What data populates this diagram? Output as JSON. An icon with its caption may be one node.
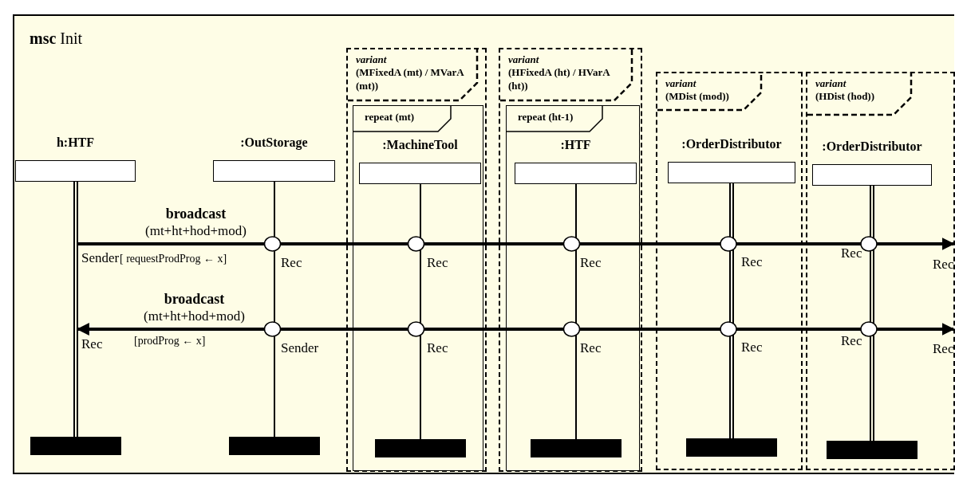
{
  "diagram": {
    "nodes": [
      {
        "text": [
          "**msc** Init"
        ]
      },
      {
        "text": [
          "h:HTF",
          "Sender",
          "Rec"
        ],
        "in": 0
      },
      {
        "text": [
          ":OutStorage",
          "Rec",
          "Sender"
        ],
        "in": 0
      },
      {
        "text": [
          "*variant* (MFixedA (mt) / MVarA (mt))"
        ],
        "in": 0
      },
      {
        "text": [
          "repeat (mt)"
        ],
        "in": 3
      },
      {
        "text": [
          ":MachineTool",
          "Rec",
          "Rec"
        ],
        "in": 4
      },
      {
        "text": [
          "*variant* (HFixedA (ht) / HVarA (ht))"
        ],
        "in": 0
      },
      {
        "text": [
          "repeat (ht-1)"
        ],
        "in": 6
      },
      {
        "text": [
          ":HTF",
          "Rec",
          "Rec"
        ],
        "in": 7
      },
      {
        "text": [
          "*variant* (MDist (mod))"
        ],
        "in": 0
      },
      {
        "text": [
          ":OrderDistributor",
          "Rec",
          "Rec"
        ],
        "in": 9
      },
      {
        "text": [
          "*variant* (HDist (hod))"
        ],
        "in": 0
      },
      {
        "text": [
          ":OrderDistributor",
          "Rec",
          "Rec"
        ],
        "in": 11
      }
    ],
    "edges": [
      {
        "from": 1,
        "to": 2,
        "arrow": "other",
        "label": "**broadcast** (mt+ht+hod+mod)"
      },
      {
        "from": 2,
        "to": 5,
        "arrow": "other"
      },
      {
        "from": 5,
        "to": 8,
        "arrow": "other"
      },
      {
        "from": 8,
        "to": 10,
        "arrow": "other"
      },
      {
        "from": 10,
        "to": 12,
        "arrow": "other"
      },
      {
        "from": 12,
        "to": 0,
        "arrow": "to"
      },
      {
        "from": 2,
        "to": 1,
        "arrow": "to",
        "label": "**broadcast** (mt+ht+hod+mod)"
      },
      {
        "from": 2,
        "to": 5,
        "arrow": "other"
      },
      {
        "from": 5,
        "to": 8,
        "arrow": "other"
      },
      {
        "from": 8,
        "to": 10,
        "arrow": "other"
      },
      {
        "from": 10,
        "to": 12,
        "arrow": "other"
      },
      {
        "from": 12,
        "to": 0,
        "arrow": "to"
      }
    ],
    "labels": [
      "[ requestProdProg ← x]",
      "Rec",
      "[prodProg ← x]",
      "Rec"
    ]
  }
}
